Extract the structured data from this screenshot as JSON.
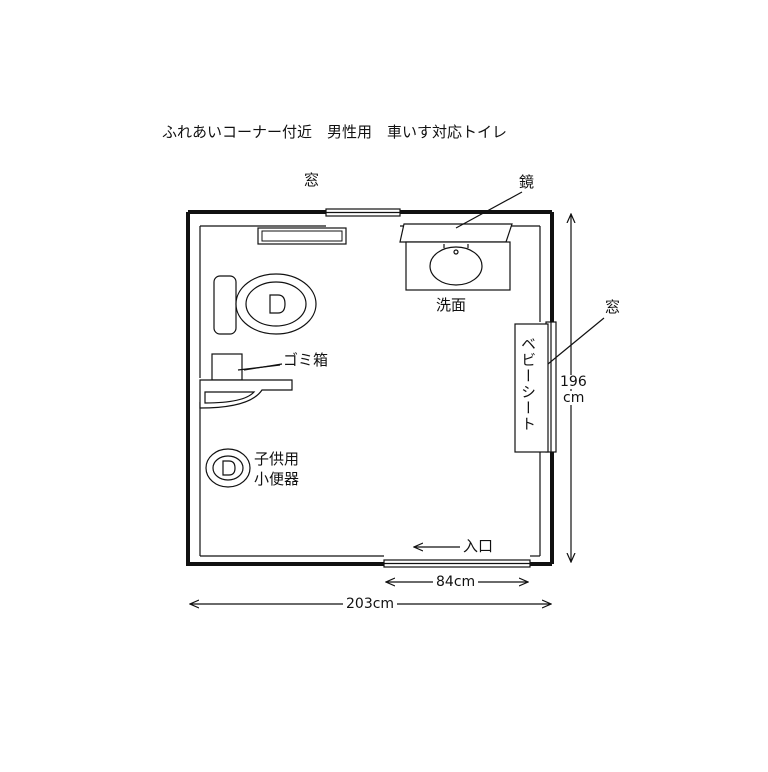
{
  "title": "ふれあいコーナー付近　男性用　車いす対応トイレ",
  "labels": {
    "window_top": "窓",
    "mirror": "鏡",
    "sink": "洗面",
    "window_right": "窓",
    "baby_seat": "ベビーシート",
    "trash": "ゴミ箱",
    "child_urinal_line1": "子供用",
    "child_urinal_line2": "小便器",
    "entrance": "入口"
  },
  "dimensions": {
    "width": "203cm",
    "door": "84cm",
    "depth_value": "196",
    "depth_unit": "cm"
  }
}
